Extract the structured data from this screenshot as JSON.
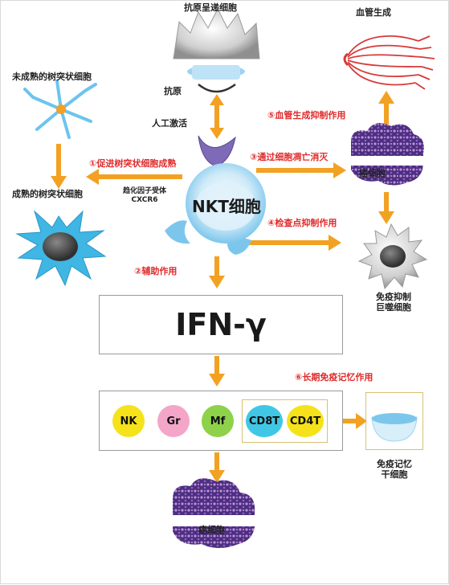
{
  "labels": {
    "apc": "抗原呈递细胞",
    "antigen": "抗原",
    "artificial_activation": "人工激活",
    "angiogenesis": "血管生成",
    "immature_dc": "未成熟的树突状细胞",
    "mature_dc": "成熟的树突状细胞",
    "nkt": "NKT细胞",
    "chemokine_receptor_line1": "趋化因子受体",
    "chemokine_receptor_line2": "CXCR6",
    "cancer_cell_top": "癌细胞",
    "cancer_cell_bottom": "癌细胞",
    "immunosuppressive_line1": "免疫抑制",
    "immunosuppressive_line2": "巨噬细胞",
    "memory_line1": "免疫记忆",
    "memory_line2": "干细胞",
    "ifn": "IFN-γ"
  },
  "actions": {
    "a1": "①促进树突状细胞成熟",
    "a2": "②辅助作用",
    "a3": "③通过细胞凋亡消灭",
    "a4": "④检查点抑制作用",
    "a5": "⑤血管生成抑制作用",
    "a6": "⑥长期免疫记忆作用"
  },
  "cells": [
    {
      "label": "NK",
      "color": "#f5e21b"
    },
    {
      "label": "Gr",
      "color": "#f4a6c8"
    },
    {
      "label": "Mf",
      "color": "#8ed14a"
    },
    {
      "label": "CD8T",
      "color": "#41c7e6"
    },
    {
      "label": "CD4T",
      "color": "#f5e21b"
    }
  ],
  "colors": {
    "arrow": "#f2a122",
    "action_text": "#e02a2a",
    "border": "#9a9a9a",
    "accent_box": "#d8c173"
  }
}
